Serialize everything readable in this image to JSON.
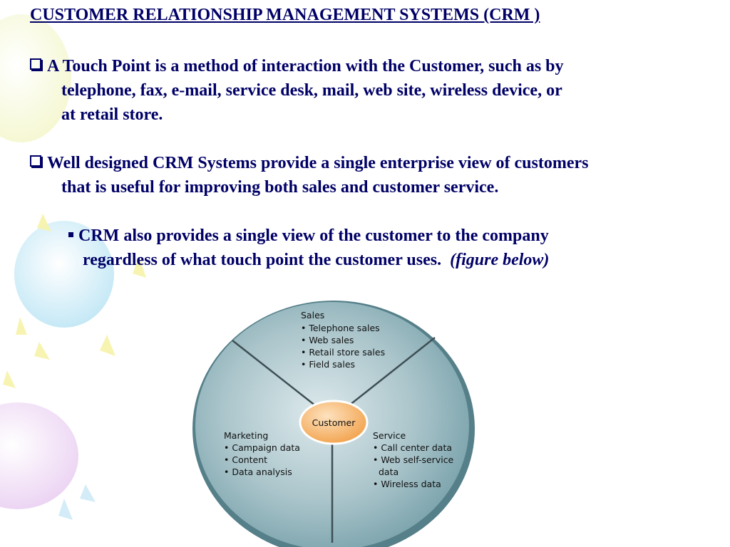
{
  "slide": {
    "title": "CUSTOMER RELATIONSHIP MANAGEMENT SYSTEMS (CRM )",
    "bullet1": {
      "line1": "A Touch Point  is a method of interaction with the Customer, such as by",
      "line2": "telephone, fax, e-mail, service desk, mail, web site,  wireless device, or",
      "line3": "at retail store."
    },
    "bullet2": {
      "line1": "Well designed CRM Systems provide a  single enterprise view of customers",
      "line2": "that is useful for improving both sales and customer service."
    },
    "subbullet": {
      "line1": "CRM also provides a single view of the customer to the company",
      "line2": "regardless of  what touch point the customer uses.",
      "figure_ref": "(figure below)"
    }
  },
  "diagram": {
    "center": "Customer",
    "sales": {
      "title": "Sales",
      "items": [
        "• Telephone sales",
        "• Web sales",
        "• Retail store sales",
        "• Field sales"
      ]
    },
    "marketing": {
      "title": "Marketing",
      "items": [
        "• Campaign data",
        "• Content",
        "• Data analysis"
      ]
    },
    "service": {
      "title": "Service",
      "items": [
        "• Call center data",
        "• Web self-service",
        "data",
        "• Wireless data"
      ]
    },
    "colors": {
      "disc": "#6f9aa4",
      "hub": "#f2a14a",
      "text": "#000066"
    }
  }
}
